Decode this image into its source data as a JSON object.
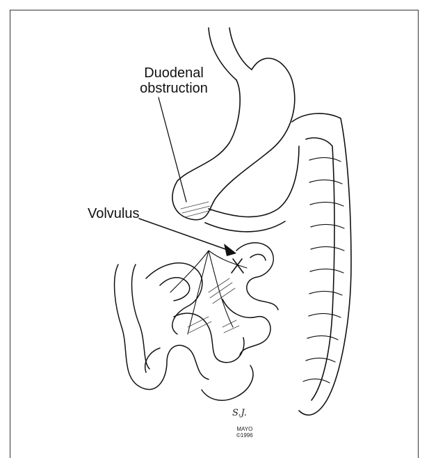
{
  "labels": {
    "duodenal_obstruction": "Duodenal obstruction",
    "volvulus": "Volvulus"
  },
  "credit": {
    "signature": "S.J.",
    "institution": "MAYO",
    "copyright": "©1996"
  }
}
